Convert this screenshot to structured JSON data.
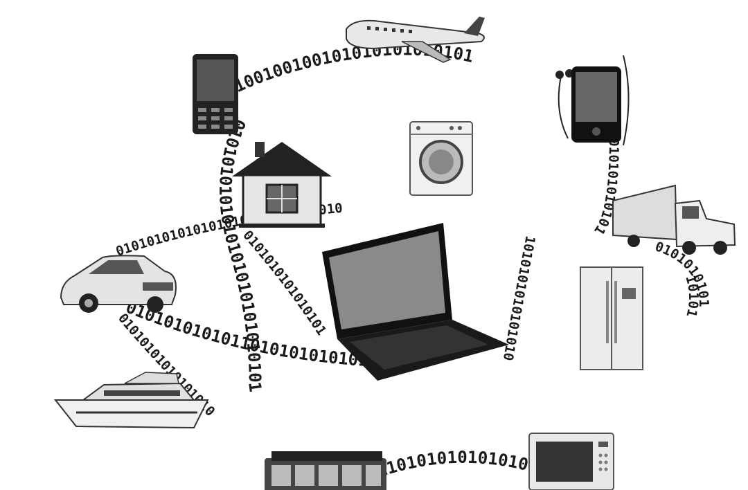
{
  "illustration": {
    "binary_strings": {
      "top_arc": "0100100100101010101010101",
      "middle_band": "01010101010101010101010101010",
      "left_ring": "0101010101010101010101010101",
      "lower_band": "010101010101101010101010100101",
      "right_loop": "0101010101010101010101",
      "lower_left": "01010101010101010101010",
      "bottom_arc": "00110101010101010110101",
      "inner_left": "0101010101010101",
      "inner_right": "1010101010101010",
      "far_right": "1010101001010"
    },
    "devices": [
      "airplane",
      "feature-phone",
      "smartphone",
      "house",
      "washing-machine",
      "truck",
      "laptop",
      "car",
      "refrigerator",
      "yacht",
      "bus",
      "microwave"
    ],
    "colors": {
      "ink": "#1a1a1a",
      "screen": "#2b2b2b",
      "metal": "#c8c8c8",
      "background": "#ffffff"
    }
  }
}
